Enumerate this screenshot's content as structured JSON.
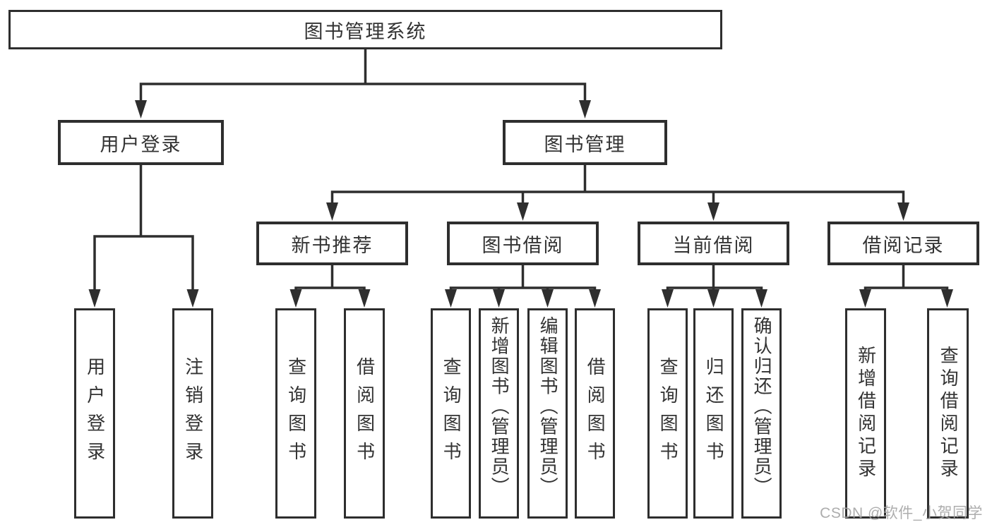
{
  "title": "图书管理系统",
  "watermark": "CSDN @软件_小贺同学",
  "colors": {
    "line": "#2e2e2e",
    "text": "#333333",
    "background": "#ffffff",
    "watermark": "#a5a5a5"
  },
  "diagram_type": "hierarchy-tree",
  "tree": {
    "label": "图书管理系统",
    "children": [
      {
        "label": "用户登录",
        "children": [
          {
            "label": "用户登录"
          },
          {
            "label": "注销登录"
          }
        ]
      },
      {
        "label": "图书管理",
        "children": [
          {
            "label": "新书推荐",
            "children": [
              {
                "label": "查询图书"
              },
              {
                "label": "借阅图书"
              }
            ]
          },
          {
            "label": "图书借阅",
            "children": [
              {
                "label": "查询图书"
              },
              {
                "label": "新增图书（管理员）"
              },
              {
                "label": "编辑图书（管理员）"
              },
              {
                "label": "借阅图书"
              }
            ]
          },
          {
            "label": "当前借阅",
            "children": [
              {
                "label": "查询图书"
              },
              {
                "label": "归还图书"
              },
              {
                "label": "确认归还（管理员）"
              }
            ]
          },
          {
            "label": "借阅记录",
            "children": [
              {
                "label": "新增借阅记录"
              },
              {
                "label": "查询借阅记录"
              }
            ]
          }
        ]
      }
    ]
  }
}
